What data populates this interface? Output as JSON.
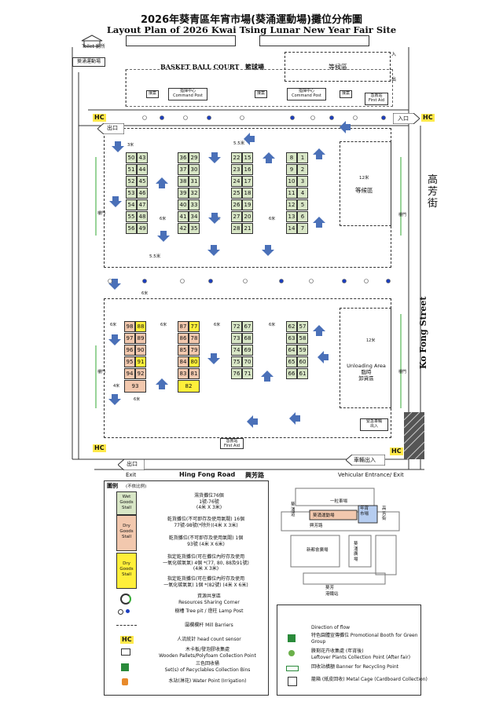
{
  "header": {
    "title_zh": "2026年葵青區年宵市場(葵涌運動場)攤位分佈圖",
    "title_en": "Layout Plan of 2026 Kwai Tsing Lunar New Year Fair Site"
  },
  "top": {
    "toilet": "Toilet 廁所",
    "sports_ground": "葵涌運動場",
    "court": "BASKET BALL COURT",
    "court_zh": "籃球場",
    "waiting_zone_top": "等候區",
    "waiting_zone_mid": "等候區",
    "entry_mark": "入",
    "exit_mark": "出",
    "booths": [
      "接案",
      "指揮中心\nCommand Post",
      "接案",
      "指揮中心\nCommand Post",
      "接案",
      "急救站\nFirst Aid"
    ]
  },
  "markers": {
    "hc": "HC",
    "exit_zh": "出口",
    "entry_zh": "入口",
    "exit_zh_bottom": "出口",
    "first_aid_bottom": "急救站\nFirst Aid",
    "vehicle_zh": "車輛出入",
    "emergency_vehicle": "緊急車輛\n出入",
    "unloading": "Unloading Area\n臨時\n卸貨區",
    "ko_fong_zh": "高\n芳\n街",
    "ko_fong_en": "Ko Fong Street",
    "road_zh": "興芳路",
    "road_en": "Hing Fong Road",
    "exit_en": "Exit",
    "vehicle_en": "Vehicular Entrance/ Exit"
  },
  "dims": {
    "d3": "3米",
    "d55a": "5.5米",
    "d55b": "5.5米",
    "d6a": "6米",
    "d6b": "6米",
    "d6c": "6米",
    "d6d": "6米",
    "d6e": "6米",
    "d6f": "6米",
    "d6g": "6米",
    "d6h": "6米",
    "d6i": "6米",
    "d4": "4米",
    "d12a": "12米",
    "d12b": "12米",
    "side": "樓門"
  },
  "upper_stalls": [
    [
      "50",
      "43",
      "51",
      "44",
      "52",
      "45",
      "53",
      "46",
      "54",
      "47",
      "55",
      "48",
      "56",
      "49"
    ],
    [
      "36",
      "29",
      "37",
      "30",
      "38",
      "31",
      "39",
      "32",
      "40",
      "33",
      "41",
      "34",
      "42",
      "35"
    ],
    [
      "22",
      "15",
      "23",
      "16",
      "24",
      "17",
      "25",
      "18",
      "26",
      "19",
      "27",
      "20",
      "28",
      "21"
    ],
    [
      "8",
      "1",
      "9",
      "2",
      "10",
      "3",
      "11",
      "4",
      "12",
      "5",
      "13",
      "6",
      "14",
      "7"
    ]
  ],
  "lower_stalls": {
    "c1": [
      [
        "98",
        "88"
      ],
      [
        "97",
        "89"
      ],
      [
        "96",
        "90"
      ],
      [
        "95",
        "91"
      ],
      [
        "94",
        "92"
      ],
      [
        "93",
        ""
      ]
    ],
    "c2": [
      [
        "87",
        "77"
      ],
      [
        "86",
        "78"
      ],
      [
        "85",
        "79"
      ],
      [
        "84",
        "80"
      ],
      [
        "83",
        "81"
      ],
      [
        "82",
        ""
      ]
    ],
    "c3": [
      [
        "72",
        "67"
      ],
      [
        "73",
        "68"
      ],
      [
        "74",
        "69"
      ],
      [
        "75",
        "70"
      ],
      [
        "76",
        "71"
      ]
    ],
    "c4": [
      [
        "62",
        "57"
      ],
      [
        "63",
        "58"
      ],
      [
        "64",
        "59"
      ],
      [
        "65",
        "60"
      ],
      [
        "66",
        "61"
      ]
    ]
  },
  "legend": {
    "head": "圖例",
    "scale": "(不依比例)",
    "wet_label": "Wet\nGoods\nStall",
    "wet_text": "濕貨攤位76個\n1號-76號\n(4米 X 3米)",
    "dry_label": "Dry\nGoods\nStall",
    "dry_text1": "乾貨攤位(不可即存及使用氣閥) 16個\n77號-98號(*除外)(4米 X 3米)",
    "dry_text2": "乾貨攤位(不可即存及使用氣閥) 1個\n93號 (4米 X 6米)",
    "dry2_label": "Dry\nGoods\nStall",
    "dry2_text1": "指定乾貨攤位(可在攤位內貯存及使用\n一氧化碳氣氣) 4個 *(77, 80, 88及91號)\n(4米 X 3米)",
    "dry2_text2": "指定乾貨攤位(可在攤位內貯存及使用\n一氧化碳氣氣) 1個 *(82號) (4米 X 6米)",
    "sharing": "資源共享區\nResources Sharing Corner",
    "tree": "樹槽 Tree pit / 燈柱 Lamp Post",
    "barrier": "圍欄欄杆 Mill Barriers",
    "sensor": "人流統計 head count sensor",
    "pallet": "木卡板/發泡膠收集處\nWooden Pallets/Polyfoam Collection Point",
    "bins": "三色回收桶\nSet(s) of Recyclables Collection Bins",
    "water": "水站(淋花) Water Point (Irrigation)",
    "flow": "Direction of flow",
    "promo": "特色園體宣傳攤位 Promotional Booth for Green\nGroup",
    "plants": "賸剩花卉收集處 (年宵後)\nLeftover Plants Collection Point (After fair)",
    "banner": "回收站橫額 Banner for Recycling Point",
    "cage": "籠箱 (紙皮回收) Metal Cage (Cardboard Collection)",
    "hc_short": "HC"
  },
  "map": {
    "area": "一粒車場",
    "sports": "葵涌運動場",
    "fair": "年宵\n市場",
    "road": "興芳路",
    "plaza": "新都會廣場",
    "square": "葵\n涌\n廣\n場",
    "street": "高\n芳\n街",
    "station": "葵芳\n港鐵站",
    "rd2": "葵\n涌\n道"
  }
}
